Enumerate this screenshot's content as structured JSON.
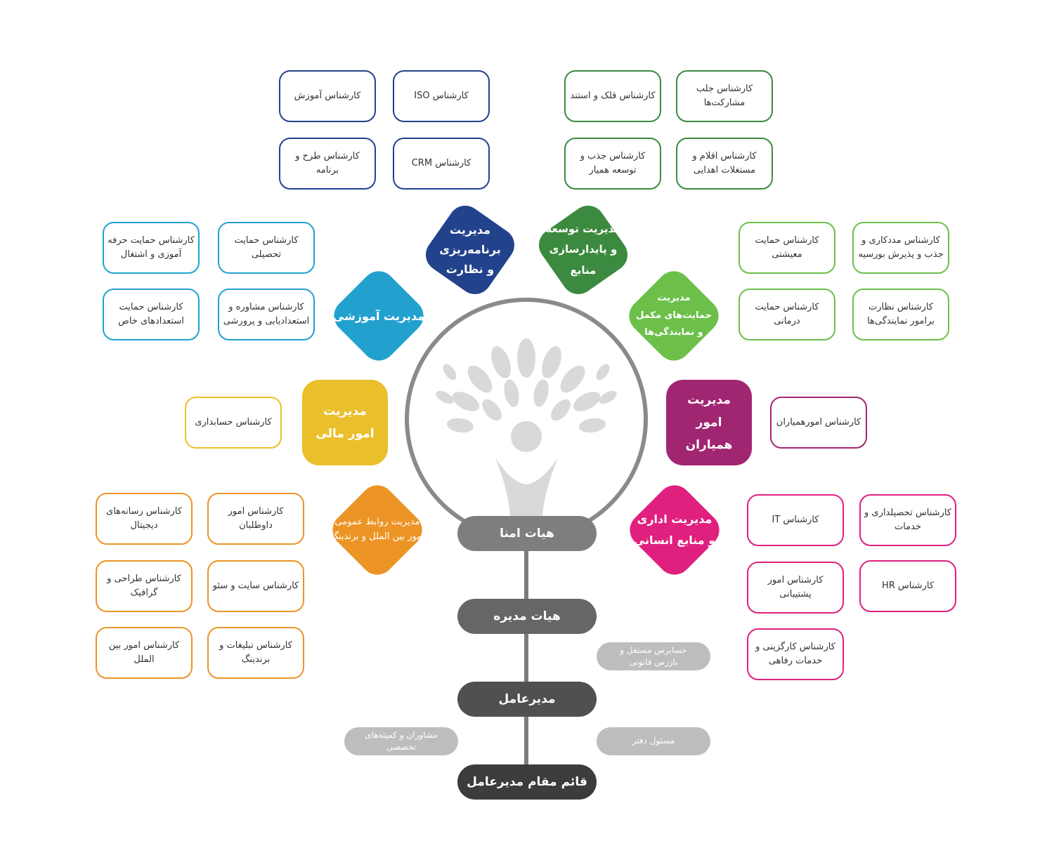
{
  "colors": {
    "navy": "#23428c",
    "dark_green": "#3b8a3f",
    "light_blue": "#22a1cf",
    "light_green": "#6cc04a",
    "yellow": "#e9bf2c",
    "purple": "#a12672",
    "orange": "#ec9425",
    "magenta": "#e0207f",
    "gray_trunk": "#7b7b7b",
    "pill_light": "#7e7e7e",
    "pill_mid": "#666666",
    "pill_dark": "#505050",
    "pill_darkest": "#3c3c3c",
    "gray_small": "#bdbdbd"
  },
  "departments": {
    "planning": "مدیریت برنامه‌ریزی و نظارت",
    "development": "مدیریت توسعه و پایدارسازی منابع",
    "education": "مدیریت آموزشی",
    "support": "مدیریت حمایت‌های مکمل و نمایندگی‌ها",
    "finance": "مدیریت امور مالی",
    "partners": "مدیریت امور همیاران",
    "pr": "مدیریت روابط عمومی امور بین الملل و برندینگ",
    "admin": "مدیریت اداری و منابع انسانی"
  },
  "experts": {
    "planning": [
      "کارشناس آموزش",
      "کارشناس ISO",
      "کارشناس طرح و برنامه",
      "کارشناس CRM"
    ],
    "development": [
      "کارشناس قلک و استند",
      "کارشناس جلب مشارکت‌ها",
      "کارشناس جذب و توسعه همیار",
      "کارشناس اقلام و مستغلات اهدایی"
    ],
    "education": [
      "کارشناس حمایت حرفه آموزی و اشتغال",
      "کارشناس حمایت تحصیلی",
      "کارشناس حمایت استعدادهای خاص",
      "کارشناس مشاوره و استعدادیابی و پرورشی"
    ],
    "support": [
      "کارشناس حمایت معیشتی",
      "کارشناس مددکاری و جذب و پذیرش بورسیه",
      "کارشناس حمایت درمانی",
      "کارشناس نظارت برامور نمایندگی‌ها"
    ],
    "finance": [
      "کارشناس حسابداری"
    ],
    "partners": [
      "کارشناس امورهمیاران"
    ],
    "pr": [
      "کارشناس رسانه‌های دیجیتال",
      "کارشناس امور داوطلبان",
      "کارشناس طراحی و گرافیک",
      "کارشناس سایت و سئو",
      "کارشناس امور بین الملل",
      "کارشناس تبلیغات و برندینگ"
    ],
    "admin": [
      "کارشناس IT",
      "کارشناس تحصیلداری و خدمات",
      "کارشناس امور پشتیبانی",
      "کارشناس HR",
      "کارشناس کارگزینی و خدمات رفاهی"
    ]
  },
  "hierarchy": {
    "board_trustees": "هیات امنا",
    "board_directors": "هیات مدیره",
    "ceo": "مدیرعامل",
    "deputy_ceo": "قائم مقام مدیرعامل"
  },
  "side_roles": {
    "auditor": "حسابرس مستغل و بازرس قانونی",
    "advisors": "مشاوران و کمیته‌های تخصصی",
    "office_manager": "مسئول دفتر"
  }
}
